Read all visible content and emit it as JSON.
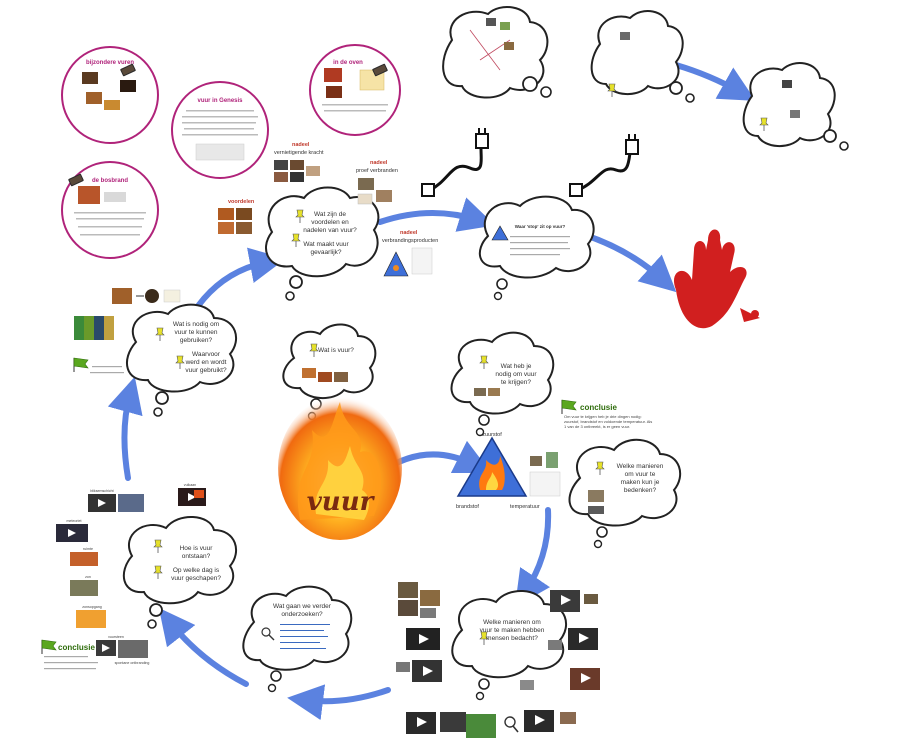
{
  "center": {
    "title": "vuur",
    "sub": ""
  },
  "circles": [
    {
      "id": "bijzondere-vuren",
      "title": "bijzondere vuren"
    },
    {
      "id": "vuur-in-genesis",
      "title": "vuur in Genesis"
    },
    {
      "id": "in-de-oven",
      "title": "in de oven"
    },
    {
      "id": "de-bosbrand",
      "title": "de bosbrand"
    }
  ],
  "clouds": {
    "voordelen": [
      "Wat zijn de",
      "voordelen en",
      "nadelen van vuur?",
      "Wat maakt vuur",
      "gevaarlijk?"
    ],
    "nodig": [
      "Wat is nodig om",
      "vuur te kunnen",
      "gebruiken?",
      "Waarvoor",
      "werd en wordt",
      "vuur gebruikt?"
    ],
    "wat_is_vuur": [
      "Wat is vuur?"
    ],
    "nodig_krijgen": [
      "Wat heb je",
      "nodig om vuur",
      "te krijgen?"
    ],
    "manieren_bedacht": [
      "Welke manieren",
      "om vuur te",
      "maken kun je",
      "bedenken?"
    ],
    "mensen_bedacht": [
      "Welke manieren om",
      "vuur te maken hebben",
      "mensen bedacht?"
    ],
    "onderzoeken": [
      "Wat gaan we verder",
      "onderzoeken?"
    ],
    "ontstaan": [
      "Hoe is vuur",
      "ontstaan?",
      "Op welke dag is",
      "vuur geschapen?"
    ],
    "stop": [
      "Waar 'stop' zit op vuur?"
    ]
  },
  "labels": {
    "nadeel1": "nadeel",
    "nadeel1_sub": "vernietigende kracht",
    "nadeel2": "nadeel",
    "nadeel2_sub": "proef verbranden",
    "nadeel3": "nadeel",
    "nadeel3_sub": "verbrandingsproducten",
    "voordelen": "voordelen",
    "conclusie1": "conclusie",
    "conclusie1_body": "Om vuur te krijgen heb je drie dingen nodig: zuurstof, brandstof en voldoende temperatuur. Als 1 van de 3 ontbreekt, is er geen vuur.",
    "conclusie2": "conclusie",
    "zuurstof": "zuurstof",
    "brandstof": "brandstof",
    "temperatuur": "temperatuur"
  },
  "left_thumbs": [
    "bliksemschicht",
    "vulkaan",
    "meteoriet",
    "ruimte",
    "zon",
    "zonsopgang",
    "vuursteen",
    "spontane ontbranding"
  ],
  "colors": {
    "arrow": "#5b82e0",
    "magenta": "#b0237a",
    "green_flag": "#5aa71f",
    "yellow_pin": "#e6e12a",
    "hand": "#d11f1f"
  }
}
